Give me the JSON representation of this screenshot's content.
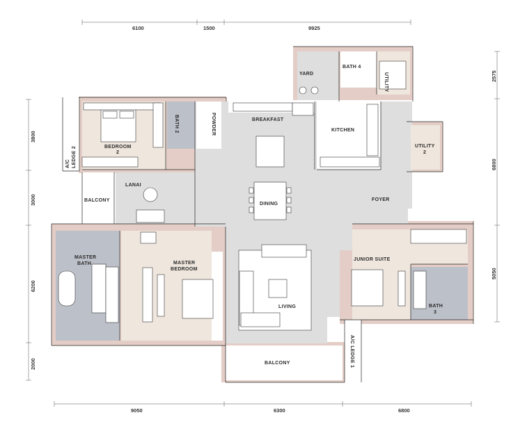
{
  "rooms": {
    "yard": "YARD",
    "bath4": "BATH 4",
    "utility": "UTILITY",
    "breakfast": "BREAKFAST",
    "kitchen": "KITCHEN",
    "bedroom2_line1": "BEDROOM",
    "bedroom2_line2": "2",
    "bath2": "BATH 2",
    "powder": "POWDER",
    "ac_ledge2_line1": "A/C",
    "ac_ledge2_line2": "LEDGE 2",
    "utility2_line1": "UTILITY",
    "utility2_line2": "2",
    "lanai": "LANAI",
    "balcony_left": "BALCONY",
    "dining": "DINING",
    "foyer": "FOYER",
    "master_bath_line1": "MASTER",
    "master_bath_line2": "BATH",
    "master_bedroom_line1": "MASTER",
    "master_bedroom_line2": "BEDROOM",
    "junior_suite": "JUNIOR SUITE",
    "living": "LIVING",
    "bath3_line1": "BATH",
    "bath3_line2": "3",
    "balcony_bottom": "BALCONY",
    "ac_ledge1": "A/C LEDGE 1"
  },
  "dimensions": {
    "top": [
      "6100",
      "1500",
      "9925"
    ],
    "bottom": [
      "9050",
      "6300",
      "6800"
    ],
    "left": [
      "3800",
      "3000",
      "6200",
      "2000"
    ],
    "right": [
      "2575",
      "6800",
      "5050"
    ]
  }
}
